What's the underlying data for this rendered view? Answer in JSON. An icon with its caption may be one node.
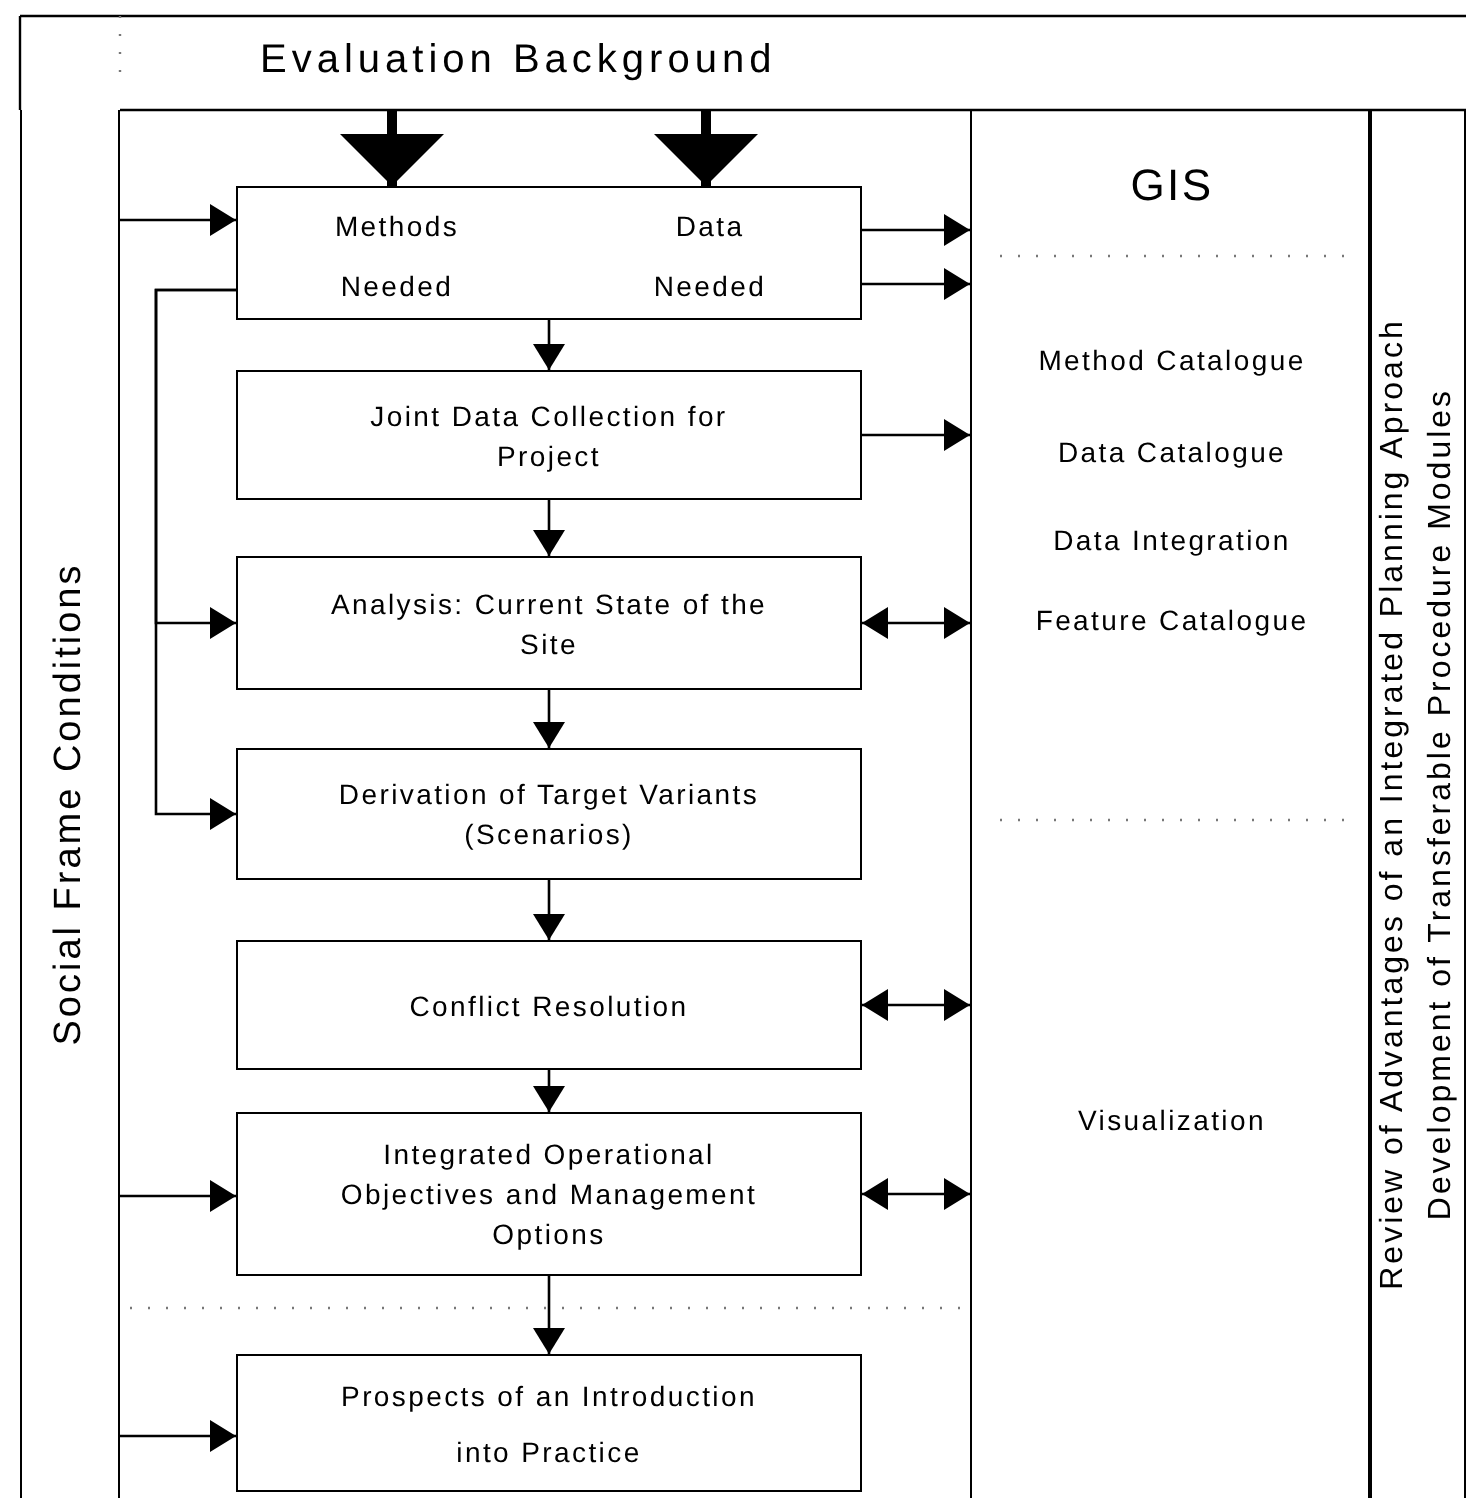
{
  "diagram": {
    "nodes": [
      {
        "text": [
          "Evaluation Background"
        ]
      },
      {
        "text": [
          "Social Frame Conditions"
        ]
      },
      {
        "text": [],
        "shape": "box"
      },
      {
        "text": [
          "Methods Needed"
        ],
        "in": 2
      },
      {
        "text": [
          "Data Needed"
        ],
        "in": 2
      },
      {
        "text": [
          "Joint Data Collection for Project"
        ]
      },
      {
        "text": [
          "Analysis: Current State of the Site"
        ]
      },
      {
        "text": [
          "Derivation of Target Variants (Scenarios)"
        ]
      },
      {
        "text": [
          "Conflict Resolution"
        ]
      },
      {
        "text": [
          "Integrated Operational Objectives and Management Options"
        ]
      },
      {
        "text": [
          "Prospects of an Introduction into Practice"
        ]
      },
      {
        "text": [
          "GIS"
        ]
      },
      {
        "text": [
          "Method Catalogue",
          "Data Catalogue",
          "Data Integration",
          "Feature Catalogue"
        ]
      },
      {
        "text": [
          "Visualization"
        ]
      },
      {
        "text": [
          "Review of Advantages of an Integrated Planning Aproach",
          "Development of Transferable Procedure Modules"
        ]
      }
    ],
    "edges": [
      {
        "from": 0,
        "to": 3,
        "arrow": "to",
        "style": "thick"
      },
      {
        "from": 0,
        "to": 4,
        "arrow": "to",
        "style": "thick"
      },
      {
        "from": 1,
        "to": 3,
        "arrow": "to"
      },
      {
        "from": 3,
        "to": 6,
        "arrow": "to"
      },
      {
        "from": 3,
        "to": 7,
        "arrow": "to"
      },
      {
        "from": 1,
        "to": 9,
        "arrow": "to"
      },
      {
        "from": 1,
        "to": 10,
        "arrow": "to"
      },
      {
        "from": 2,
        "to": 5,
        "arrow": "to"
      },
      {
        "from": 5,
        "to": 6,
        "arrow": "to"
      },
      {
        "from": 6,
        "to": 7,
        "arrow": "to"
      },
      {
        "from": 7,
        "to": 8,
        "arrow": "to"
      },
      {
        "from": 8,
        "to": 9,
        "arrow": "to"
      },
      {
        "from": 9,
        "to": 10,
        "arrow": "to"
      },
      {
        "from": 4,
        "to": 11,
        "arrow": "to"
      },
      {
        "from": 4,
        "to": 12,
        "arrow": "to"
      },
      {
        "from": 5,
        "to": 12,
        "arrow": "to"
      },
      {
        "from": 6,
        "to": 12,
        "arrow": "both"
      },
      {
        "from": 8,
        "to": 13,
        "arrow": "both"
      },
      {
        "from": 9,
        "to": 13,
        "arrow": "both"
      }
    ]
  }
}
